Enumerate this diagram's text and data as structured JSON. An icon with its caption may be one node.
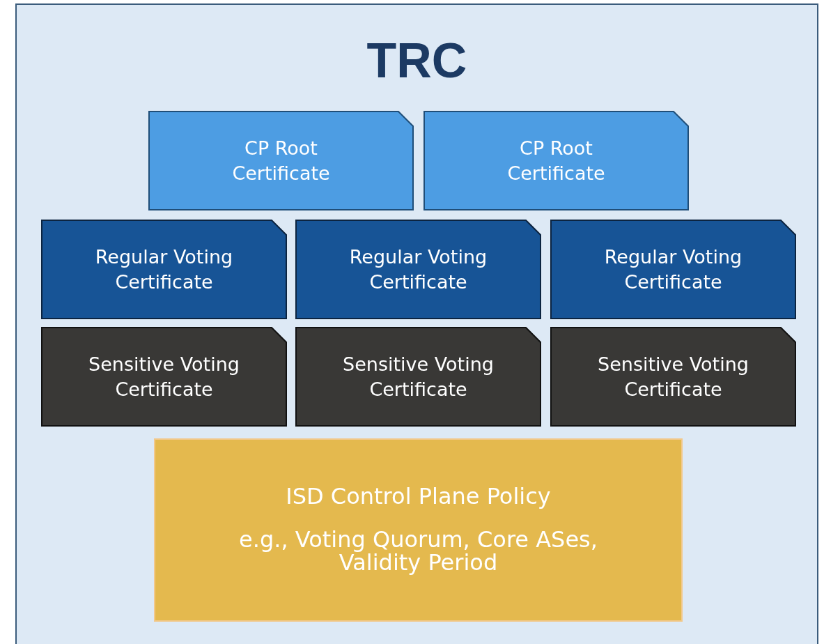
{
  "diagram": {
    "nodes": [
      {
        "text": [
          "TRC"
        ]
      },
      {
        "text": [
          "CP Root Certificate"
        ],
        "in": 0
      },
      {
        "text": [
          "CP Root Certificate"
        ],
        "in": 0
      },
      {
        "text": [
          "Regular Voting Certificate"
        ],
        "in": 0
      },
      {
        "text": [
          "Regular Voting Certificate"
        ],
        "in": 0
      },
      {
        "text": [
          "Regular Voting Certificate"
        ],
        "in": 0
      },
      {
        "text": [
          "Sensitive Voting Certificate"
        ],
        "in": 0
      },
      {
        "text": [
          "Sensitive Voting Certificate"
        ],
        "in": 0
      },
      {
        "text": [
          "Sensitive Voting Certificate"
        ],
        "in": 0
      },
      {
        "text": [
          "ISD Control Plane Policy",
          "e.g., Voting Quorum, Core ASes, Validity Period"
        ],
        "in": 0
      }
    ]
  }
}
